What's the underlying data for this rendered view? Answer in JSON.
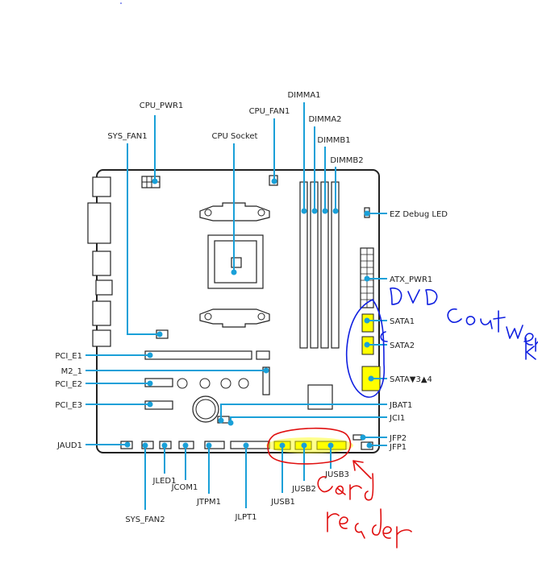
{
  "diagram": {
    "labels": {
      "cpu_pwr1": "CPU_PWR1",
      "cpu_fan1": "CPU_FAN1",
      "sys_fan1": "SYS_FAN1",
      "cpu_socket": "CPU Socket",
      "dimma1": "DIMMA1",
      "dimma2": "DIMMA2",
      "dimmb1": "DIMMB1",
      "dimmb2": "DIMMB2",
      "ez_debug_led": "EZ Debug LED",
      "atx_pwr1": "ATX_PWR1",
      "sata1": "SATA1",
      "sata2": "SATA2",
      "sata34": "SATA▼3▲4",
      "pci_e1": "PCI_E1",
      "m2_1": "M2_1",
      "pci_e2": "PCI_E2",
      "pci_e3": "PCI_E3",
      "jbat1": "JBAT1",
      "jci1": "JCI1",
      "jfp2": "JFP2",
      "jfp1": "JFP1",
      "jaud1": "JAUD1",
      "jled1": "JLED1",
      "jcom1": "JCOM1",
      "jtpm1": "JTPM1",
      "jlpt1": "JLPT1",
      "jusb1": "JUSB1",
      "jusb2": "JUSB2",
      "jusb3": "JUSB3",
      "sys_fan2": "SYS_FAN2"
    },
    "annotations": {
      "handwritten_blue": "DVD coutwerk",
      "handwritten_red": "card reader"
    },
    "colors": {
      "leader": "#1aa0d8",
      "highlight": "#ffff00",
      "blue_ink": "#1020e0",
      "red_ink": "#e01010"
    }
  }
}
